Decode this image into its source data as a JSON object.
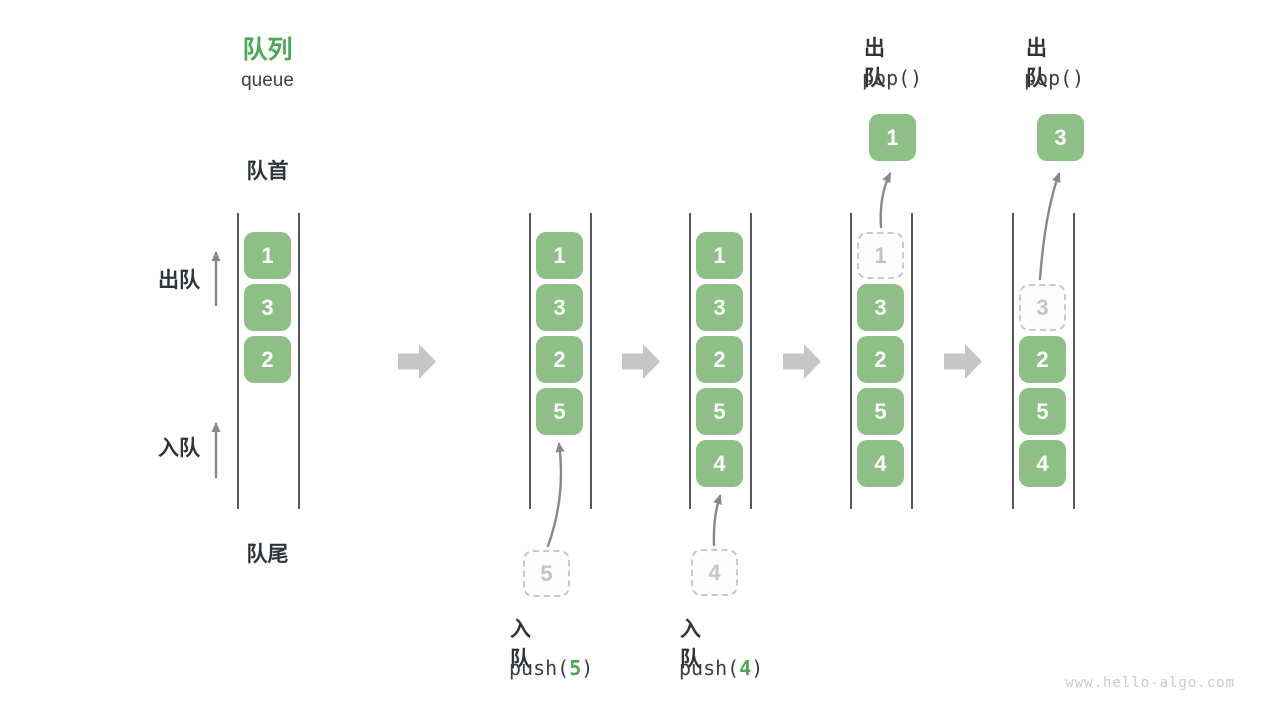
{
  "title": {
    "zh": "队列",
    "en": "queue"
  },
  "labels": {
    "front": "队首",
    "rear": "队尾",
    "dequeue": "出队",
    "enqueue": "入队"
  },
  "colors": {
    "box_green": "#8DBF86",
    "accent_green": "#4CA653",
    "text_dark": "#2F3438",
    "text_mono_dark": "#3C4043",
    "muted": "#C4C4C4",
    "ghost_border": "#C9C9C9",
    "line": "#55585C",
    "arrow": "#85898D",
    "block_arrow": "#C6C6C6",
    "watermark": "#CBCBCB"
  },
  "columns": [
    {
      "name": "state-1-initial",
      "slots": [
        {
          "v": "1",
          "t": "solid"
        },
        {
          "v": "3",
          "t": "solid"
        },
        {
          "v": "2",
          "t": "solid"
        }
      ]
    },
    {
      "name": "state-2-after-push-5",
      "slots": [
        {
          "v": "1",
          "t": "solid"
        },
        {
          "v": "3",
          "t": "solid"
        },
        {
          "v": "2",
          "t": "solid"
        },
        {
          "v": "5",
          "t": "solid"
        }
      ],
      "incoming": {
        "value": "5",
        "label_zh": "入队",
        "fn_prefix": "push(",
        "fn_arg": "5",
        "fn_suffix": ")"
      }
    },
    {
      "name": "state-3-after-push-4",
      "slots": [
        {
          "v": "1",
          "t": "solid"
        },
        {
          "v": "3",
          "t": "solid"
        },
        {
          "v": "2",
          "t": "solid"
        },
        {
          "v": "5",
          "t": "solid"
        },
        {
          "v": "4",
          "t": "solid"
        }
      ],
      "incoming": {
        "value": "4",
        "label_zh": "入队",
        "fn_prefix": "push(",
        "fn_arg": "4",
        "fn_suffix": ")"
      }
    },
    {
      "name": "state-4-after-pop-1",
      "slots": [
        {
          "v": "1",
          "t": "dashed"
        },
        {
          "v": "3",
          "t": "solid"
        },
        {
          "v": "2",
          "t": "solid"
        },
        {
          "v": "5",
          "t": "solid"
        },
        {
          "v": "4",
          "t": "solid"
        }
      ],
      "outgoing": {
        "value": "1",
        "label_zh": "出队",
        "fn": "pop()"
      }
    },
    {
      "name": "state-5-after-pop-3",
      "slots": [
        {
          "v": "",
          "t": "empty"
        },
        {
          "v": "3",
          "t": "dashed"
        },
        {
          "v": "2",
          "t": "solid"
        },
        {
          "v": "5",
          "t": "solid"
        },
        {
          "v": "4",
          "t": "solid"
        }
      ],
      "outgoing": {
        "value": "3",
        "label_zh": "出队",
        "fn": "pop()"
      }
    }
  ],
  "watermark": "www.hello-algo.com"
}
